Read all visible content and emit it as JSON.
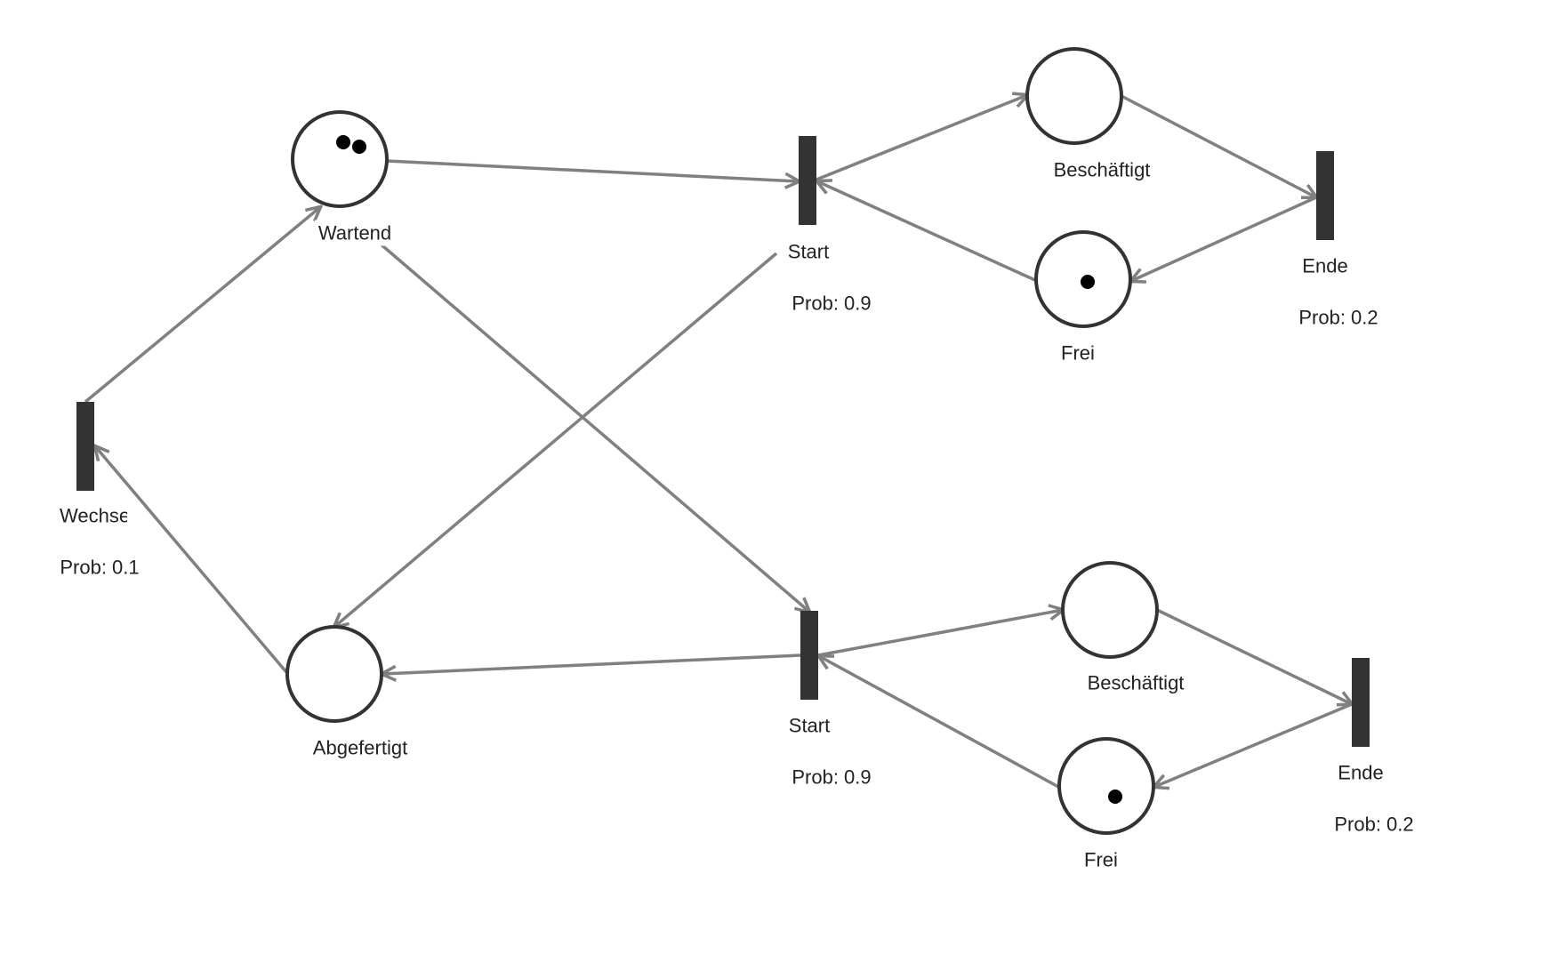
{
  "colors": {
    "arc": "#808080",
    "place_stroke": "#333333",
    "transition_fill": "#333333",
    "token": "#000000",
    "text": "#222222"
  },
  "prob_prefix": "Prob:",
  "places": [
    {
      "id": "p_wartend",
      "label": "Wartend",
      "tokens": 2
    },
    {
      "id": "p_besch1",
      "label": "Beschäftigt",
      "tokens": 0
    },
    {
      "id": "p_frei1",
      "label": "Frei",
      "tokens": 1
    },
    {
      "id": "p_abgefertigt",
      "label": "Abgefertigt",
      "tokens": 0
    },
    {
      "id": "p_besch2",
      "label": "Beschäftigt",
      "tokens": 0
    },
    {
      "id": "p_frei2",
      "label": "Frei",
      "tokens": 1
    }
  ],
  "transitions": [
    {
      "id": "t_start1",
      "label": "Start",
      "prob": "0.9"
    },
    {
      "id": "t_ende1",
      "label": "Ende",
      "prob": "0.2"
    },
    {
      "id": "t_wechsel",
      "label": "Wechsel",
      "prob": "0.1"
    },
    {
      "id": "t_start2",
      "label": "Start",
      "prob": "0.9"
    },
    {
      "id": "t_ende2",
      "label": "Ende",
      "prob": "0.2"
    }
  ],
  "arcs": [
    {
      "from": "p_wartend",
      "to": "t_start1"
    },
    {
      "from": "t_start1",
      "to": "p_besch1"
    },
    {
      "from": "p_frei1",
      "to": "t_start1"
    },
    {
      "from": "p_besch1",
      "to": "t_ende1"
    },
    {
      "from": "t_ende1",
      "to": "p_frei1"
    },
    {
      "from": "t_start1",
      "to": "p_abgefertigt"
    },
    {
      "from": "p_wartend",
      "to": "t_start2"
    },
    {
      "from": "t_start2",
      "to": "p_abgefertigt"
    },
    {
      "from": "t_start2",
      "to": "p_besch2"
    },
    {
      "from": "p_frei2",
      "to": "t_start2"
    },
    {
      "from": "p_besch2",
      "to": "t_ende2"
    },
    {
      "from": "t_ende2",
      "to": "p_frei2"
    },
    {
      "from": "p_abgefertigt",
      "to": "t_wechsel"
    },
    {
      "from": "t_wechsel",
      "to": "p_wartend"
    }
  ]
}
